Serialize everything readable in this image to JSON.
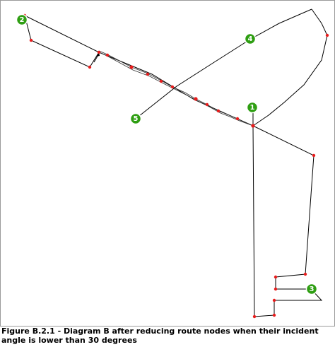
{
  "markers": [
    {
      "id": "2",
      "label": "2"
    },
    {
      "id": "4",
      "label": "4"
    },
    {
      "id": "1",
      "label": "1"
    },
    {
      "id": "5",
      "label": "5"
    },
    {
      "id": "3",
      "label": "3"
    }
  ],
  "caption": {
    "line1": "Figure B.2.1 - Diagram B after reducing route nodes when their incident",
    "line2": "angle is lower than 30 degrees"
  },
  "colors": {
    "node": "#e81c1c",
    "marker": "#2e9e12",
    "route": "#000000",
    "frame": "#9a9a9a"
  }
}
